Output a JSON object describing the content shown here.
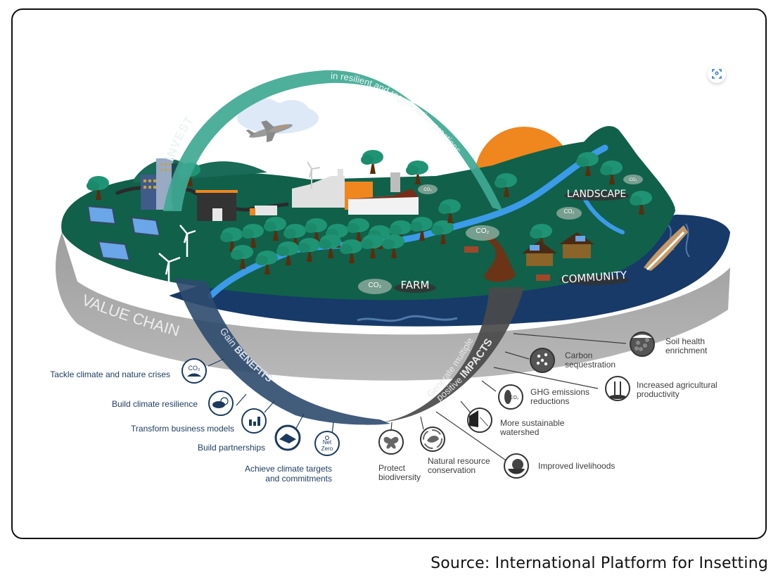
{
  "diagram": {
    "arcs": {
      "invest_title": "INVEST",
      "invest_subtitle": "in resilient and regenerative practices",
      "benefits_prefix": "Gain",
      "benefits_title": "BENEFITS",
      "impacts_prefix": "Generate multiple",
      "impacts_prefix2": "positive",
      "impacts_title": "IMPACTS"
    },
    "rim_label": "VALUE CHAIN",
    "zones": {
      "farm": "FARM",
      "landscape": "LANDSCAPE",
      "community": "COMMUNITY"
    },
    "co2_label": "CO₂",
    "benefits": [
      {
        "label": "Tackle climate and nature crises",
        "icon": "co2-leaf-icon"
      },
      {
        "label": "Build climate resilience",
        "icon": "cloud-sun-icon"
      },
      {
        "label": "Transform business models",
        "icon": "bar-chart-icon"
      },
      {
        "label": "Build partnerships",
        "icon": "handshake-icon"
      },
      {
        "label_line1": "Achieve climate targets",
        "label_line2": "and commitments",
        "icon": "net-zero-icon",
        "icon_text_1": "Net",
        "icon_text_2": "Zero"
      }
    ],
    "impacts": [
      {
        "label_line1": "Soil health",
        "label_line2": "enrichment",
        "icon": "soil-icon"
      },
      {
        "label_line1": "Carbon",
        "label_line2": "sequestration",
        "icon": "molecule-icon"
      },
      {
        "label_line1": "Increased agricultural",
        "label_line2": "productivity",
        "icon": "wheat-icon"
      },
      {
        "label_line1": "GHG emissions",
        "label_line2": "reductions",
        "icon": "footprint-co2-icon"
      },
      {
        "label_line1": "More sustainable",
        "label_line2": "watershed",
        "icon": "waterfall-icon"
      },
      {
        "label": "Improved livelihoods",
        "icon": "money-bag-icon"
      },
      {
        "label_line1": "Natural resource",
        "label_line2": "conservation",
        "icon": "recycle-leaf-icon"
      },
      {
        "label_line1": "Protect",
        "label_line2": "biodiversity",
        "icon": "butterfly-icon"
      }
    ],
    "colors": {
      "invest_arc": "#3fa892",
      "benefits_arc": "#2e4a6e",
      "impacts_arc": "#4a4a4a",
      "land": "#11604a",
      "water": "#173a68",
      "rim": "#a6a6a6",
      "sun": "#ef861e",
      "river": "#3b9be8"
    }
  },
  "source": "Source: International Platform for Insetting"
}
